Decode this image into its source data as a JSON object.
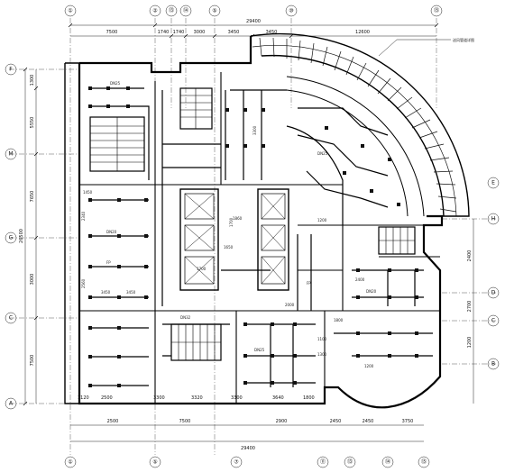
{
  "drawing": {
    "top_axes": [
      "①",
      "②",
      "⑬",
      "⑭",
      "⑤",
      "⑩",
      "⑮"
    ],
    "bottom_axes": [
      "①",
      "⑤",
      "⑦",
      "⑪",
      "⑬",
      "⑭",
      "⑮"
    ],
    "left_axes": [
      "F",
      "M",
      "G",
      "C",
      "A"
    ],
    "right_axes": [
      "E",
      "H",
      "D",
      "C",
      "B"
    ],
    "top_dims": [
      "7500",
      "1740",
      "1740",
      "3000",
      "3450",
      "3450",
      "12600"
    ],
    "top_total": "29400",
    "bottom_dims": [
      "2500",
      "7500",
      "2900",
      "2450",
      "2450",
      "3750"
    ],
    "bottom_total": "29400",
    "bottom_row_dims": [
      "1120",
      "2500",
      "3300",
      "3320",
      "3300",
      "3640",
      "1800"
    ],
    "left_dims": [
      "1300",
      "5550",
      "7650",
      "3000",
      "7500"
    ],
    "left_total": "26500",
    "room_dims": [
      "1450",
      "2340",
      "2560",
      "3450",
      "3450",
      "1200",
      "1800",
      "2400",
      "2700",
      "1100",
      "1300",
      "1650",
      "1700",
      "1860",
      "2000",
      "3300",
      "1200"
    ],
    "tags": [
      "DN25",
      "DN20",
      "FP",
      "DN32",
      "DN25",
      "DN20",
      "FP",
      "DN25"
    ],
    "north_note": "送风管道详图"
  }
}
